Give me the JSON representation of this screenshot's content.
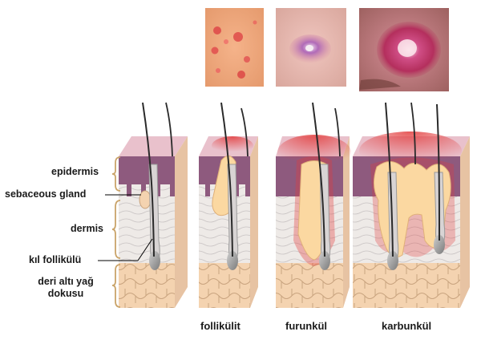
{
  "labels": {
    "epidermis": "epidermis",
    "sebaceous_gland": "sebaceous gland",
    "dermis": "dermis",
    "hair_follicle": "kıl follikülü",
    "subcutaneous_line1": "deri altı yağ",
    "subcutaneous_line2": "dokusu"
  },
  "captions": {
    "folliculitis": "follikülit",
    "furuncle": "furunkül",
    "carbuncle": "karbunkül"
  },
  "colors": {
    "epidermis": "#8e5a7e",
    "epidermis_top": "#e9c1cc",
    "dermis": "#eeeae7",
    "subcutaneous": "#f4d3b0",
    "fat_lines": "#c9a47f",
    "pus": "#fbd8a1",
    "inflammation": "#e23b3b",
    "hair": "#2a2a2a",
    "bracket": "#caa46a"
  }
}
